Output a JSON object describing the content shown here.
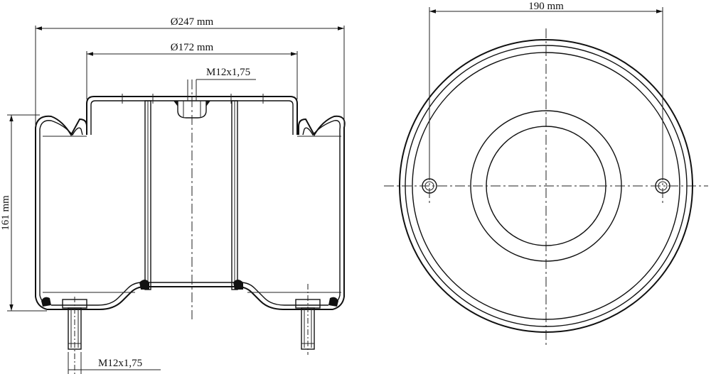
{
  "dimensions": {
    "outer_diameter": "Ø247 mm",
    "inner_diameter": "Ø172 mm",
    "top_thread": "M12x1,75",
    "height": "161 mm",
    "bottom_thread": "M12x1,75",
    "bolt_spacing": "190 mm"
  }
}
